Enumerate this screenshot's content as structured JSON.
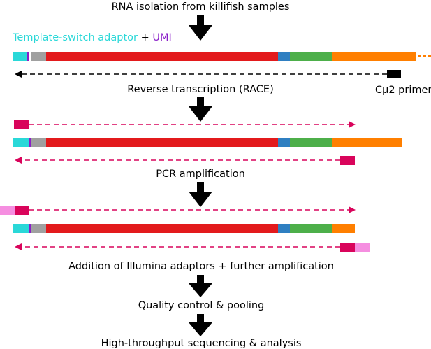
{
  "steps": {
    "rna_isolation": "RNA isolation from killifish samples",
    "reverse_transcription": "Reverse transcription (RACE)",
    "pcr": "PCR amplification",
    "illumina": "Addition of Illumina adaptors + further amplification",
    "qc": "Quality control & pooling",
    "sequencing": "High-throughput sequencing & analysis"
  },
  "labels": {
    "tsa": "Template-switch adaptor",
    "plus": "+",
    "umi": "UMI",
    "primer": "Cμ2 primer"
  },
  "colors": {
    "tsa": "#2ad8d8",
    "umi": "#8a1ec8",
    "grey": "#a0a0a0",
    "red": "#e31a1c",
    "blue": "#2f7fc1",
    "green": "#4daf4a",
    "orange": "#ff7f00",
    "primer": "#000000",
    "pink": "#d9045b",
    "light_pink": "#f58ee0"
  },
  "icons": {
    "flow_arrow": "down-arrow-icon",
    "dashed_arrow": "dashed-arrow-icon"
  }
}
